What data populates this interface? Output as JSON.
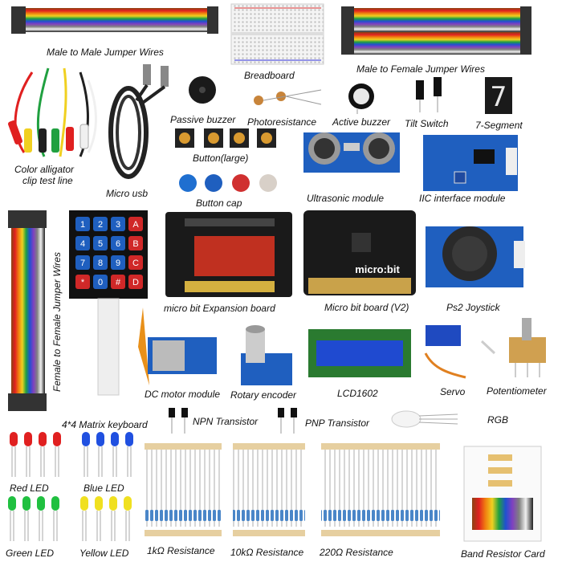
{
  "labels": {
    "male_male_wires": "Male to Male Jumper Wires",
    "breadboard": "Breadboard",
    "male_female_wires": "Male to Female Jumper Wires",
    "color_alligator": "Color alligator",
    "clip_test_line": "clip test line",
    "micro_usb": "Micro usb",
    "passive_buzzer": "Passive buzzer",
    "photoresistance": "Photoresistance",
    "active_buzzer": "Active buzzer",
    "tilt_switch": "Tilt Switch",
    "seven_segment": "7-Segment",
    "button_large": "Button(large)",
    "button_cap": "Button cap",
    "ultrasonic": "Ultrasonic module",
    "iic_module": "IIC interface module",
    "female_female_wires": "Female to Female Jumper Wires",
    "expansion_board": "micro bit Expansion board",
    "microbit_board": "Micro bit board (V2)",
    "ps2_joystick": "Ps2 Joystick",
    "dc_motor": "DC motor module",
    "rotary_encoder": "Rotary encoder",
    "lcd1602": "LCD1602",
    "servo": "Servo",
    "potentiometer": "Potentiometer",
    "matrix_keyboard": "4*4 Matrix keyboard",
    "npn": "NPN Transistor",
    "pnp": "PNP Transistor",
    "rgb": "RGB",
    "red_led": "Red LED",
    "blue_led": "Blue LED",
    "green_led": "Green LED",
    "yellow_led": "Yellow LED",
    "res_1k": "1kΩ Resistance",
    "res_10k": "10kΩ Resistance",
    "res_220": "220Ω Resistance",
    "band_card": "Band Resistor Card"
  },
  "keypad_keys": [
    "1",
    "2",
    "3",
    "A",
    "4",
    "5",
    "6",
    "B",
    "7",
    "8",
    "9",
    "C",
    "*",
    "0",
    "#",
    "D"
  ],
  "seven_segment_digit": "7",
  "colors": {
    "wire_palette": [
      "#8b4513",
      "#e02020",
      "#f08010",
      "#f0d020",
      "#20a040",
      "#2050d0",
      "#8040c0",
      "#808080",
      "#f0f0f0",
      "#202020"
    ],
    "board_blue": "#1f5fbf",
    "board_black": "#1a1a1a",
    "gold": "#c9a24a",
    "resistor_body": "#4a86c8"
  }
}
